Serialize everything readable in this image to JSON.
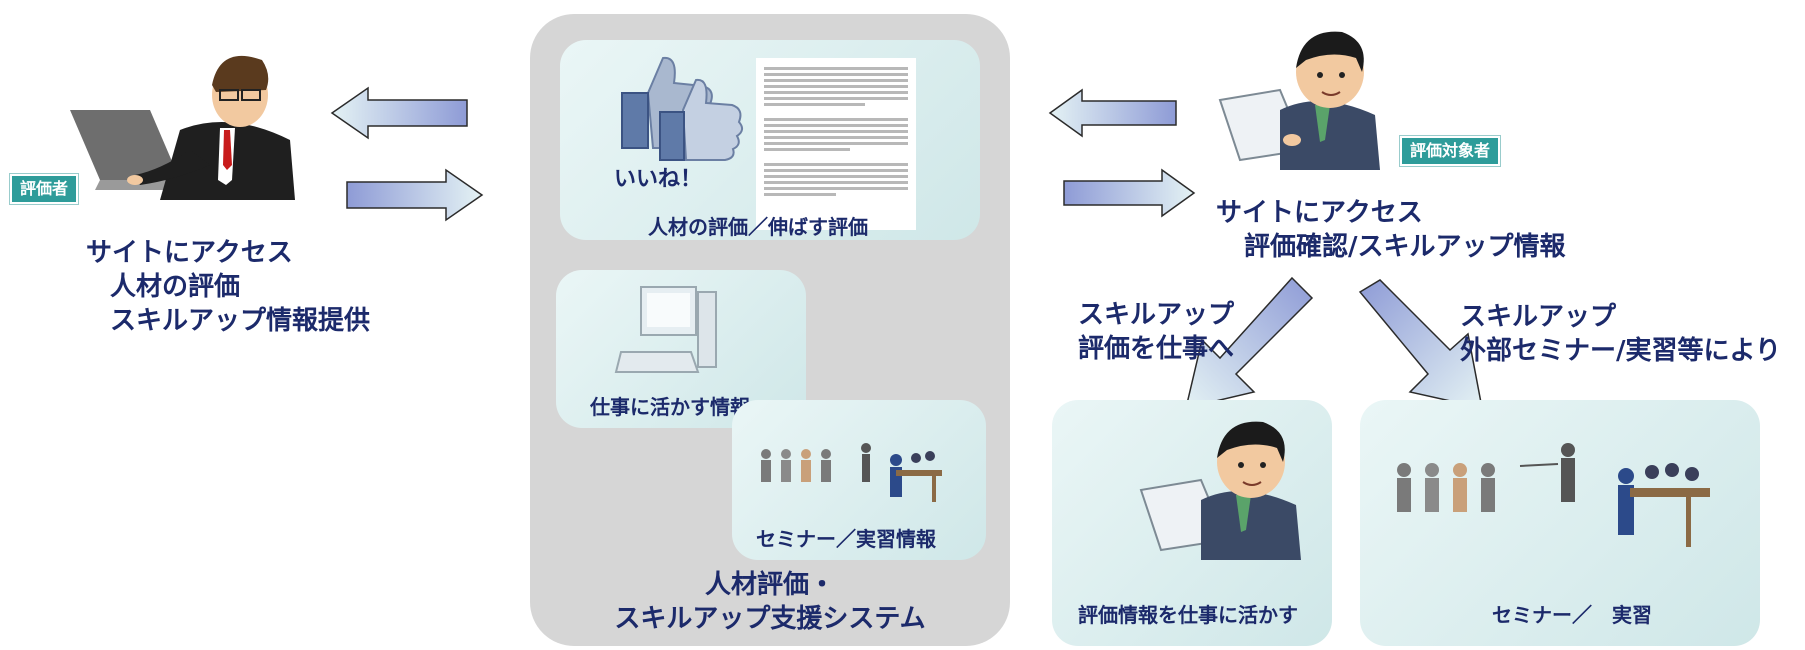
{
  "evaluator": {
    "badge": "評価者",
    "lines": [
      "サイトにアクセス",
      "人材の評価",
      "スキルアップ情報提供"
    ]
  },
  "target": {
    "badge": "評価対象者",
    "lines": [
      "サイトにアクセス",
      "評価確認/スキルアップ情報"
    ]
  },
  "system": {
    "title_lines": [
      "人材評価・",
      "スキルアップ支援システム"
    ],
    "panel_evaluation": {
      "like": "いいね！",
      "caption": "人材の評価／伸ばす評価"
    },
    "panel_work": {
      "caption": "仕事に活かす情報"
    },
    "panel_seminar": {
      "caption": "セミナー／実習情報"
    }
  },
  "branch_left": {
    "lines": [
      "スキルアップ",
      "評価を仕事へ"
    ]
  },
  "branch_right": {
    "lines": [
      "スキルアップ",
      "外部セミナー/実習等により"
    ]
  },
  "result_work": {
    "caption": "評価情報を仕事に活かす"
  },
  "result_seminar": {
    "caption": "セミナー／　実習"
  },
  "colors": {
    "text": "#1c2a6b",
    "badge": "#2e9c9a",
    "panel": "#d8eded",
    "system_bg": "#d6d6d6"
  }
}
